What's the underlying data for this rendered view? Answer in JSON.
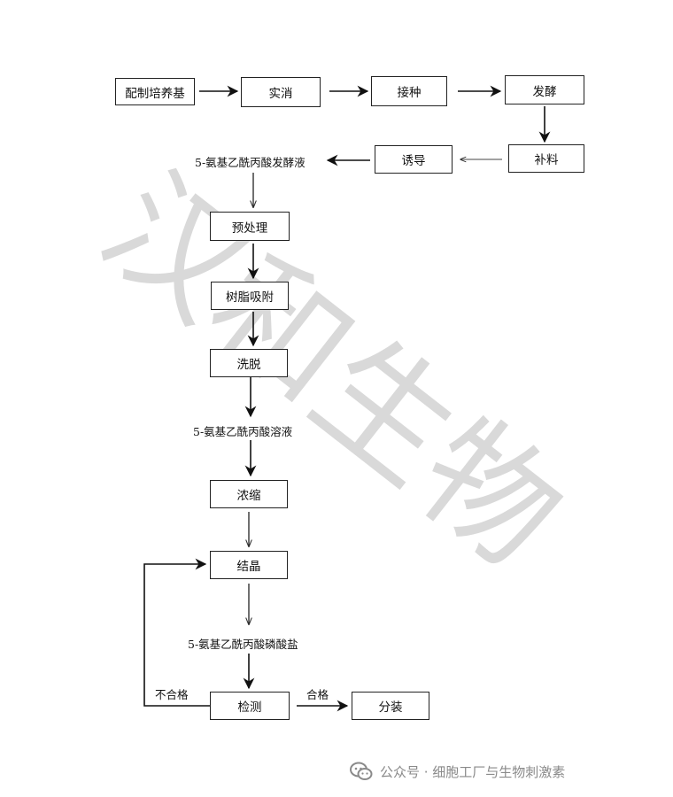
{
  "watermark": "汉和生物",
  "nodes": {
    "prepare_medium": "配制培养基",
    "sterilize": "实消",
    "inoculate": "接种",
    "ferment": "发酵",
    "feed": "补料",
    "induce": "诱导",
    "fermentation_broth": "5-氨基乙酰丙酸发酵液",
    "pretreatment": "预处理",
    "resin_adsorption": "树脂吸附",
    "elution": "洗脱",
    "ala_solution": "5-氨基乙酰丙酸溶液",
    "concentrate": "浓缩",
    "crystallize": "结晶",
    "ala_phosphate": "5-氨基乙酰丙酸磷酸盐",
    "inspect": "检测",
    "package": "分装"
  },
  "edge_labels": {
    "fail": "不合格",
    "pass": "合格"
  },
  "footer": {
    "icon": "wechat-icon",
    "text": "公众号 · 细胞工厂与生物刺激素"
  }
}
